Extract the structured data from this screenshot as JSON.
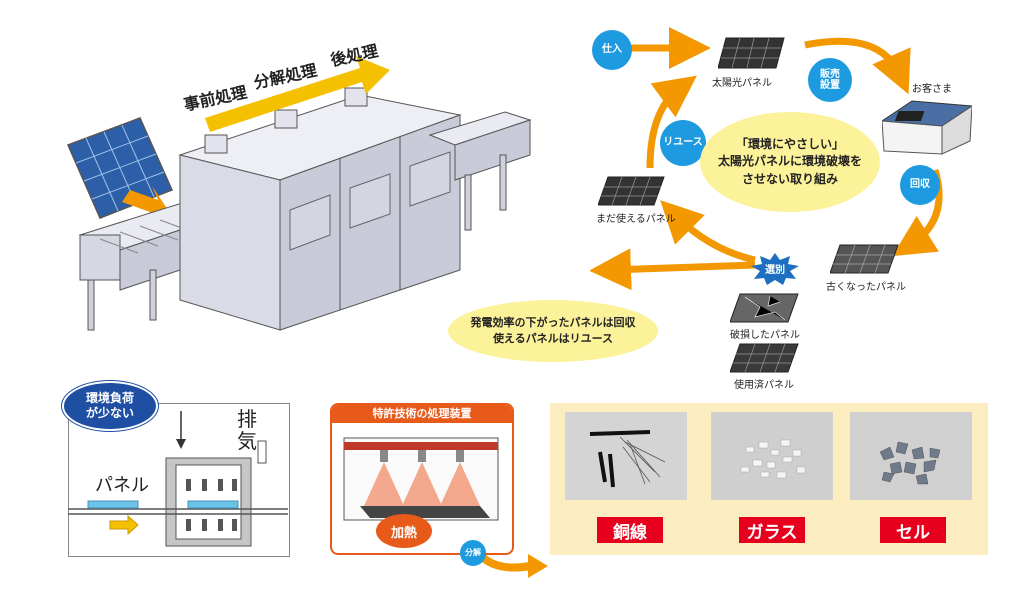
{
  "machine": {
    "stages": [
      "事前処理",
      "分解処理",
      "後処理"
    ]
  },
  "cycle": {
    "center_text": [
      "「環境にやさしい」",
      "太陽光パネルに環境破壊を",
      "させない取り組み"
    ],
    "badges": {
      "purchase": "仕入",
      "sales": [
        "販売",
        "設置"
      ],
      "reuse": "リユース",
      "collect": "回収",
      "sort": "選別"
    },
    "labels": {
      "solar_panel": "太陽光パネル",
      "customer": "お客さま",
      "old_panel": "古くなったパネル",
      "usable_panel": "まだ使えるパネル",
      "broken_panel": "破損したパネル",
      "used_panel": "使用済パネル"
    },
    "note_lines": [
      "発電効率の下がったパネルは回収",
      "使えるパネルはリユース"
    ]
  },
  "process_box": {
    "bubble": [
      "環境負荷",
      "が少ない"
    ],
    "exhaust": [
      "排",
      "気"
    ],
    "panel_label": "パネル"
  },
  "device": {
    "title": "特許技術の処理装置",
    "heating": "加熱",
    "decompose": "分解"
  },
  "materials": [
    {
      "label": "銅線"
    },
    {
      "label": "ガラス"
    },
    {
      "label": "セル"
    }
  ],
  "colors": {
    "orange": "#f39800",
    "blue": "#1e9be0",
    "red": "#e6001e",
    "yellow": "#fbf29a",
    "beige": "#fbedc0"
  }
}
